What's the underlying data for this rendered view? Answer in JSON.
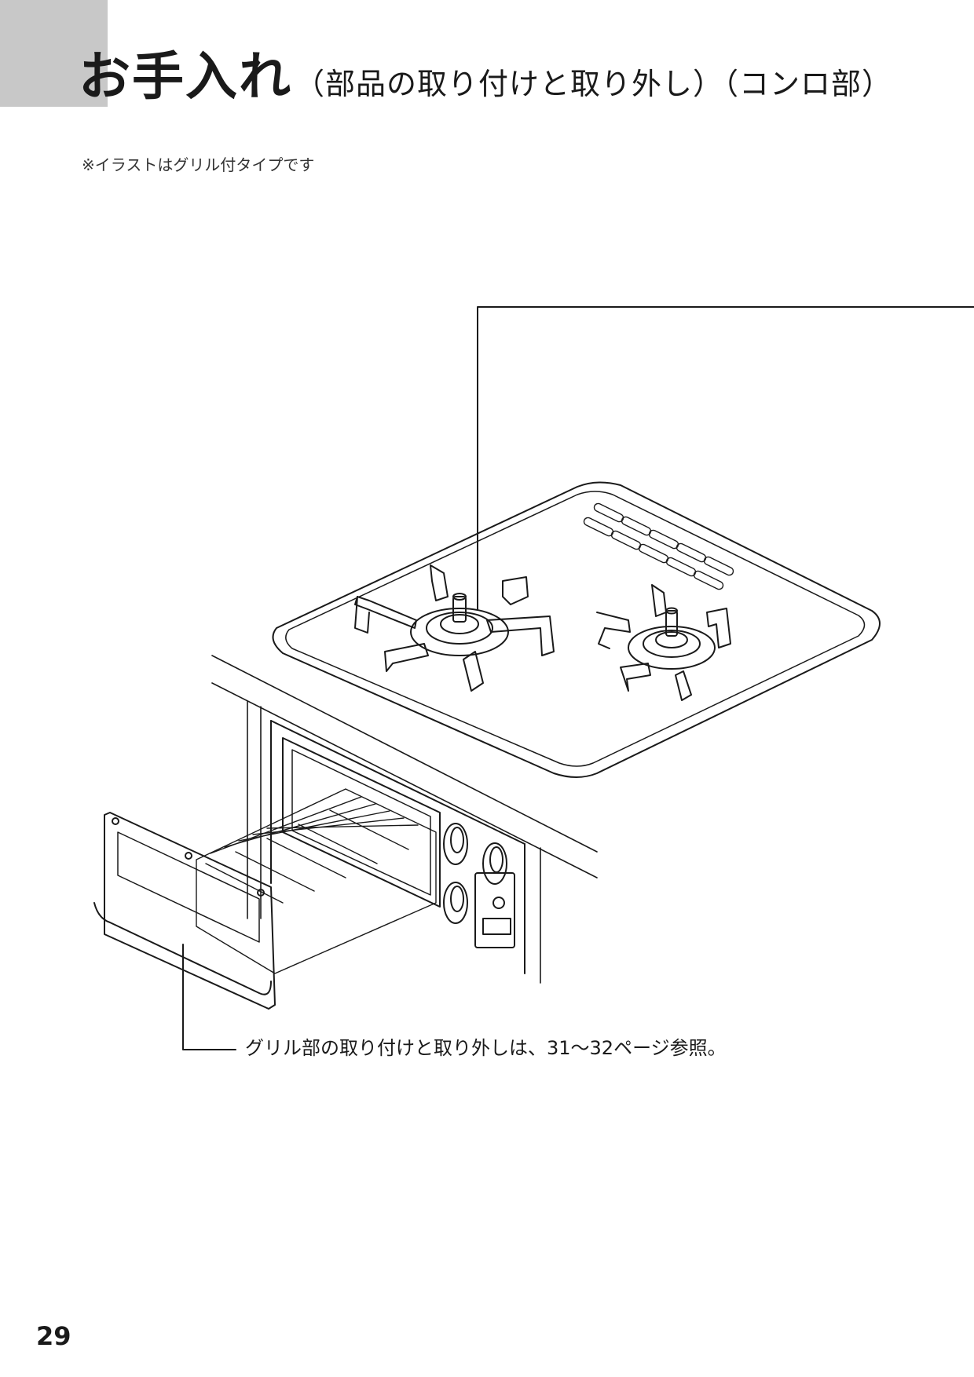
{
  "header": {
    "title": "お手入れ",
    "subtitle": "（部品の取り付けと取り外し）（コンロ部）"
  },
  "note": "※イラストはグリル付タイプです",
  "callouts": {
    "grill": "グリル部の取り付けと取り外しは、31～32ページ参照。"
  },
  "page_number": "29",
  "colors": {
    "tab": "#c8c8c8",
    "line": "#1a1a1a"
  }
}
